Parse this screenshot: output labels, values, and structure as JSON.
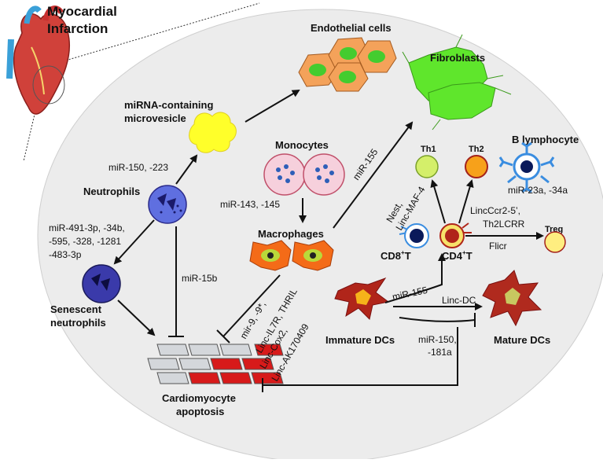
{
  "title": {
    "line1": "Myocardial",
    "line2": "Infarction"
  },
  "cells": {
    "endothelial": "Endothelial cells",
    "fibroblasts": "Fibroblasts",
    "microvesicle_line1": "miRNA-containing",
    "microvesicle_line2": "microvesicle",
    "monocytes": "Monocytes",
    "neutrophils": "Neutrophils",
    "senescent_line1": "Senescent",
    "senescent_line2": "neutrophils",
    "macrophages": "Macrophages",
    "b_lymphocyte": "B lymphocyte",
    "th1": "Th1",
    "th2": "Th2",
    "treg": "Treg",
    "cd8": "CD8",
    "cd4": "CD4",
    "cd_sup": "+",
    "cd_t": "T",
    "immature_dcs": "Immature DCs",
    "mature_dcs": "Mature DCs",
    "cardio_line1": "Cardiomyocyte",
    "cardio_line2": "apoptosis"
  },
  "labels": {
    "mir_150_223": "miR-150, -223",
    "mir_143_145": "miR-143, -145",
    "mir_155_fib": "miR-155",
    "mir_491_l1": "miR-491-3p, -34b,",
    "mir_491_l2": "-595, -328, -1281",
    "mir_491_l3": "-483-3p",
    "mir_15b": "miR-15b",
    "mir_23a": "miR-23a, -34a",
    "nest": "Nest,",
    "linc_maf4": "Linc-MAF-4",
    "lincccr2": "LincCcr2-5’,",
    "th2lcrr": "Th2LCRR",
    "flicr": "Flicr",
    "mir_155_dc": "miR-155",
    "linc_dc": "Linc-DC",
    "mir_150_181_l1": "miR-150,",
    "mir_150_181_l2": "-181a",
    "mac_l1": "mir-9, -9*,",
    "mac_l2": "Linc-IL7R, THRIL",
    "mac_l3": "Linc-Cox2,",
    "mac_l4": "Linc-AK170409"
  },
  "colors": {
    "ellipse_fill": "#ececec",
    "endothelial": "#f4a25a",
    "endothelial_nucleus": "#44cc2f",
    "fibroblast": "#5fe62c",
    "microvesicle": "#ffff2a",
    "monocyte": "#f6d0dc",
    "monocyte_dot": "#2e5fb8",
    "neutrophil": "#5f6fe0",
    "senescent": "#3a3aaa",
    "macrophage": "#f46b18",
    "macrophage_nucleus": "#b9d93a",
    "th1": "#d4ef6a",
    "th2": "#f7a11a",
    "treg": "#ffee80",
    "b_cell": "#3a8de0",
    "dc_immature": "#b0251a",
    "dc_mature": "#b02a1e",
    "cardio_red": "#d71a1a",
    "cardio_grey": "#d4d7db"
  }
}
